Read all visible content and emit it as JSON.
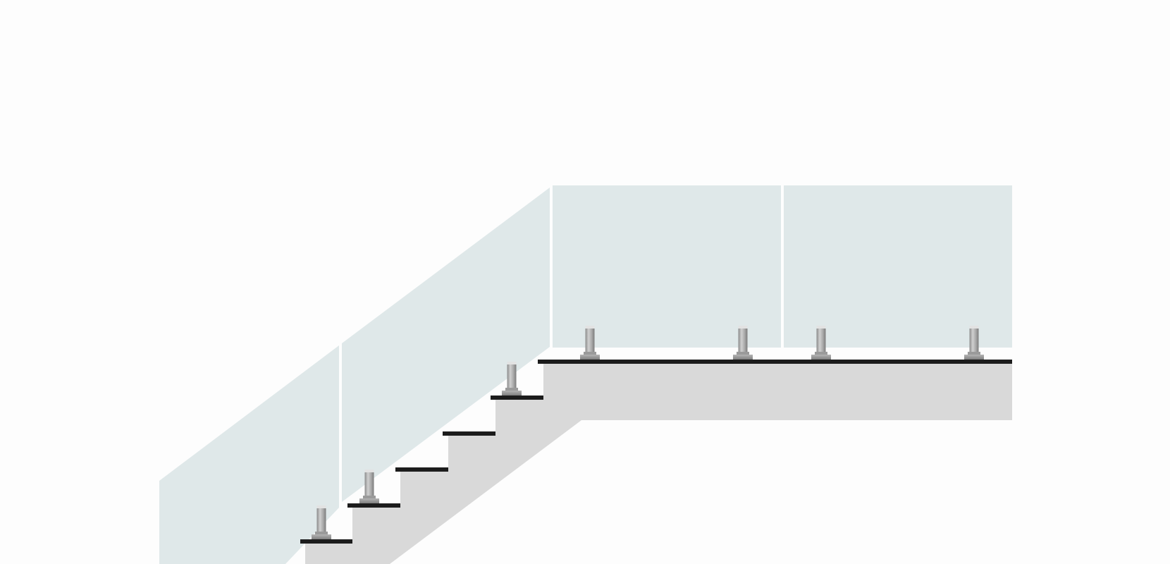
{
  "diagram": {
    "subject": "glass-balustrade-staircase-elevation",
    "colors": {
      "background": "#fdfdfd",
      "glass": "#dfe8e9",
      "glass_seam": "#ffffff",
      "concrete": "#d9d9d9",
      "tread_edge": "#1c1c1c",
      "post_light": "#d0d0d0",
      "post_dark": "#8a8a8a",
      "base_plate": "#9a9a9a"
    },
    "components": {
      "stair_flight_count": 1,
      "landing_count": 1,
      "glass_panel_count": 4,
      "post_count": 7,
      "tread_count": 5
    }
  }
}
